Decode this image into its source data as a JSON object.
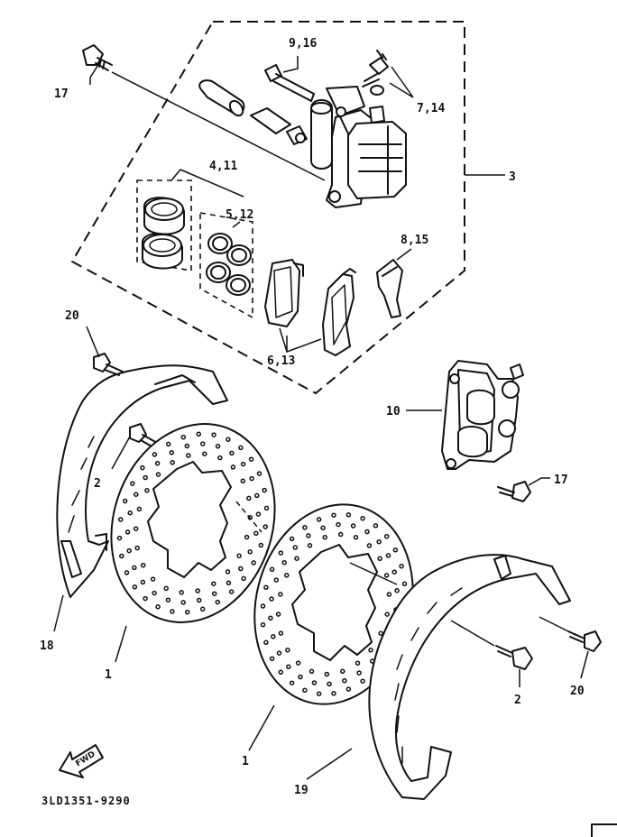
{
  "callouts": {
    "c_9_16": "9,16",
    "c_7_14": "7,14",
    "c_17_top": "17",
    "c_3": "3",
    "c_4_11": "4,11",
    "c_5_12": "5,12",
    "c_8_15": "8,15",
    "c_6_13": "6,13",
    "c_20_left": "20",
    "c_10": "10",
    "c_17_right": "17",
    "c_2_left": "2",
    "c_18": "18",
    "c_1_left": "1",
    "c_1_right": "1",
    "c_2_right": "2",
    "c_20_right": "20",
    "c_19": "19"
  },
  "fwd_label": "FWD",
  "diagram_code": "3LD1351-9290",
  "icons": [
    "fwd-arrow-icon"
  ]
}
